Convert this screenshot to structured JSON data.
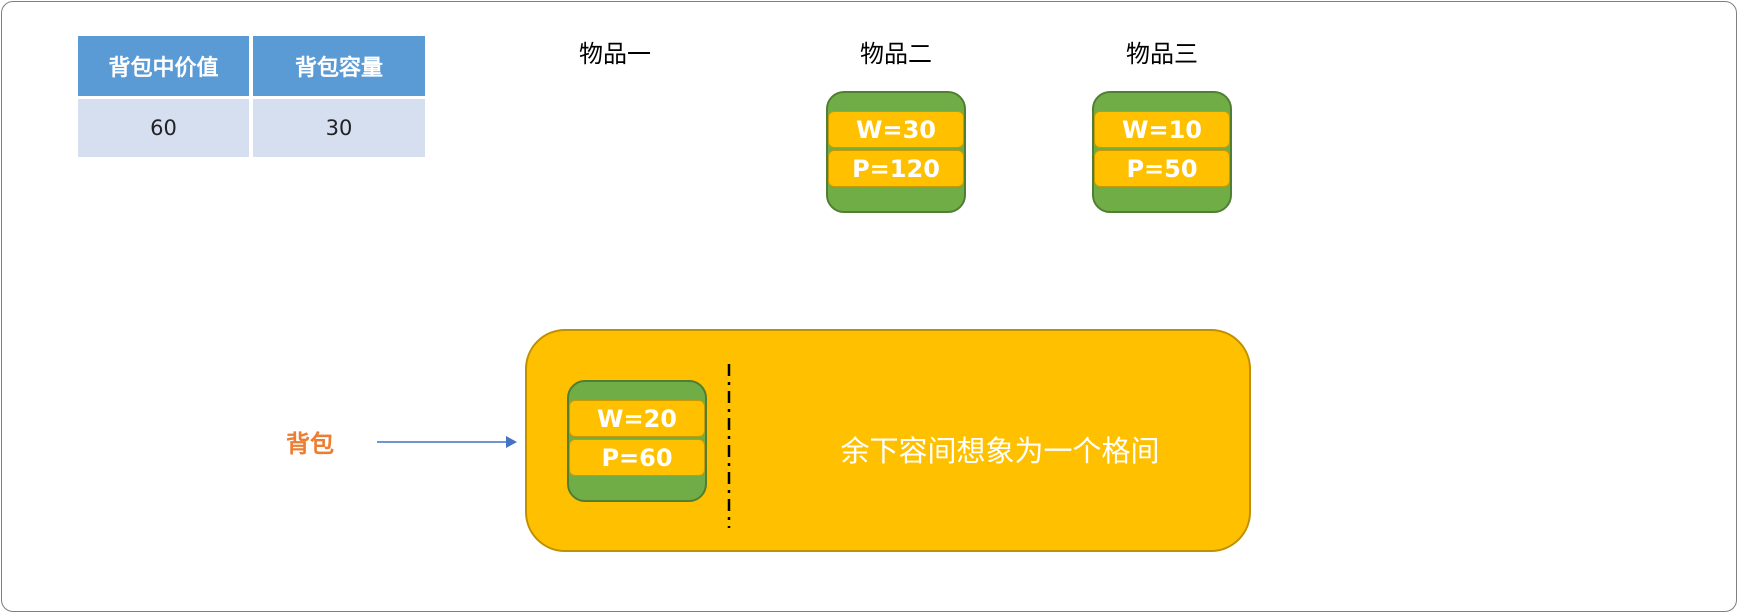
{
  "table": {
    "headers": [
      "背包中价值",
      "背包容量"
    ],
    "values": [
      "60",
      "30"
    ]
  },
  "items": [
    {
      "title": "物品一"
    },
    {
      "title": "物品二",
      "weight": "W=30",
      "price": "P=120"
    },
    {
      "title": "物品三",
      "weight": "W=10",
      "price": "P=50"
    }
  ],
  "backpack": {
    "label": "背包",
    "item": {
      "weight": "W=20",
      "price": "P=60"
    },
    "remaining_text": "余下容间想象为一个格间"
  },
  "colors": {
    "header_blue": "#5b9bd5",
    "cell_blue": "#d6dff0",
    "item_green": "#70ad47",
    "item_yellow": "#ffc000",
    "bag_yellow": "#ffc000",
    "label_orange": "#ed7d31",
    "arrow_blue": "#4472c4"
  }
}
